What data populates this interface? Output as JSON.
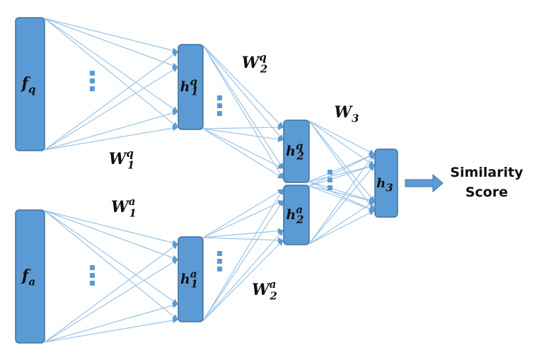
{
  "colors": {
    "node_fill": "#5b9bd5",
    "node_stroke": "#41719c",
    "edge": "#9dc3e6",
    "arrow": "#5b9bd5"
  },
  "nodes": {
    "fq": {
      "base": "f",
      "sub": "q",
      "sup": ""
    },
    "fa": {
      "base": "f",
      "sub": "a",
      "sup": ""
    },
    "h1q": {
      "base": "h",
      "sub": "1",
      "sup": "q"
    },
    "h1a": {
      "base": "h",
      "sub": "1",
      "sup": "a"
    },
    "h2q": {
      "base": "h",
      "sub": "2",
      "sup": "q"
    },
    "h2a": {
      "base": "h",
      "sub": "2",
      "sup": "a"
    },
    "h3": {
      "base": "h",
      "sub": "3",
      "sup": ""
    }
  },
  "weights": {
    "w1q": {
      "base": "W",
      "sub": "1",
      "sup": "q"
    },
    "w1a": {
      "base": "W",
      "sub": "1",
      "sup": "a"
    },
    "w2q": {
      "base": "W",
      "sub": "2",
      "sup": "q"
    },
    "w2a": {
      "base": "W",
      "sub": "2",
      "sup": "a"
    },
    "w3": {
      "base": "W",
      "sub": "3",
      "sup": ""
    }
  },
  "output": {
    "line1": "Similarity",
    "line2": "Score"
  }
}
